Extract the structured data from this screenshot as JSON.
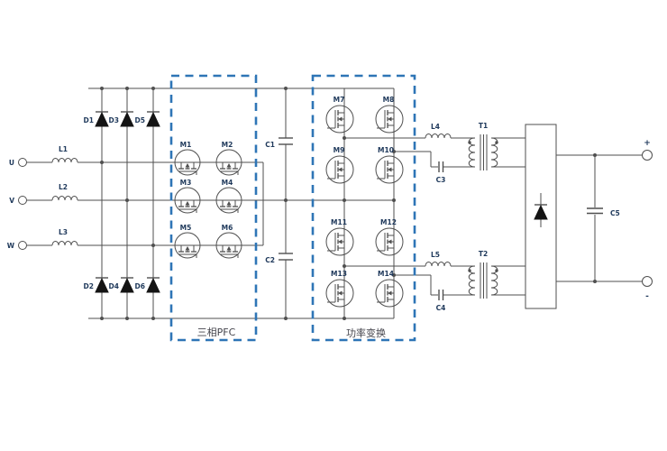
{
  "box_labels": {
    "pfc": "三相PFC",
    "power": "功率变换"
  },
  "labels": {
    "U": "U",
    "V": "V",
    "W": "W",
    "plus": "+",
    "minus": "-",
    "L1": "L1",
    "L2": "L2",
    "L3": "L3",
    "L4": "L4",
    "L5": "L5",
    "D1": "D1",
    "D2": "D2",
    "D3": "D3",
    "D4": "D4",
    "D5": "D5",
    "D6": "D6",
    "M1": "M1",
    "M2": "M2",
    "M3": "M3",
    "M4": "M4",
    "M5": "M5",
    "M6": "M6",
    "M7": "M7",
    "M8": "M8",
    "M9": "M9",
    "M10": "M10",
    "M11": "M11",
    "M12": "M12",
    "M13": "M13",
    "M14": "M14",
    "C1": "C1",
    "C2": "C2",
    "C3": "C3",
    "C4": "C4",
    "C5": "C5",
    "T1": "T1",
    "T2": "T2"
  },
  "colors": {
    "wire": "#4f4f4f",
    "component_label": "#203a5c",
    "chinese_label": "#44444c",
    "box_border": "#2e75b6",
    "diode_fill": "#141414",
    "background": "#ffffff"
  }
}
